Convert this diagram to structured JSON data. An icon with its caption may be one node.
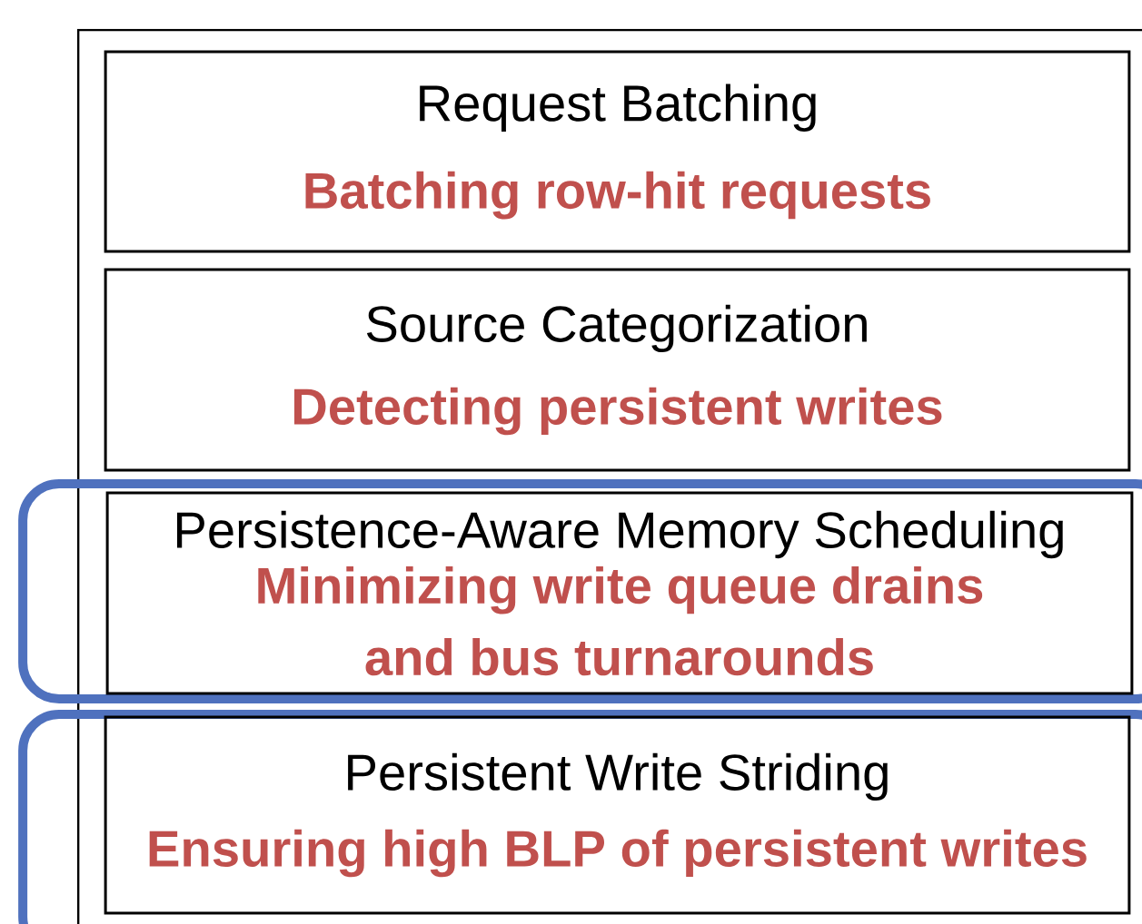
{
  "diagram": {
    "nodes": [
      {
        "text": [],
        "shape": "box"
      },
      {
        "text": [
          "Request Batching",
          "Batching row-hit requests"
        ],
        "in": 0
      },
      {
        "text": [
          "Source Categorization",
          "Detecting persistent writes"
        ],
        "in": 0
      },
      {
        "text": [],
        "shape": "box"
      },
      {
        "text": [
          "Persistence-Aware Memory Scheduling",
          "Minimizing write queue drains and bus turnarounds"
        ],
        "in": 3
      },
      {
        "text": [],
        "shape": "box"
      },
      {
        "text": [
          "Persistent Write Striding",
          "Ensuring high BLP of persistent writes"
        ],
        "in": 5
      }
    ]
  }
}
